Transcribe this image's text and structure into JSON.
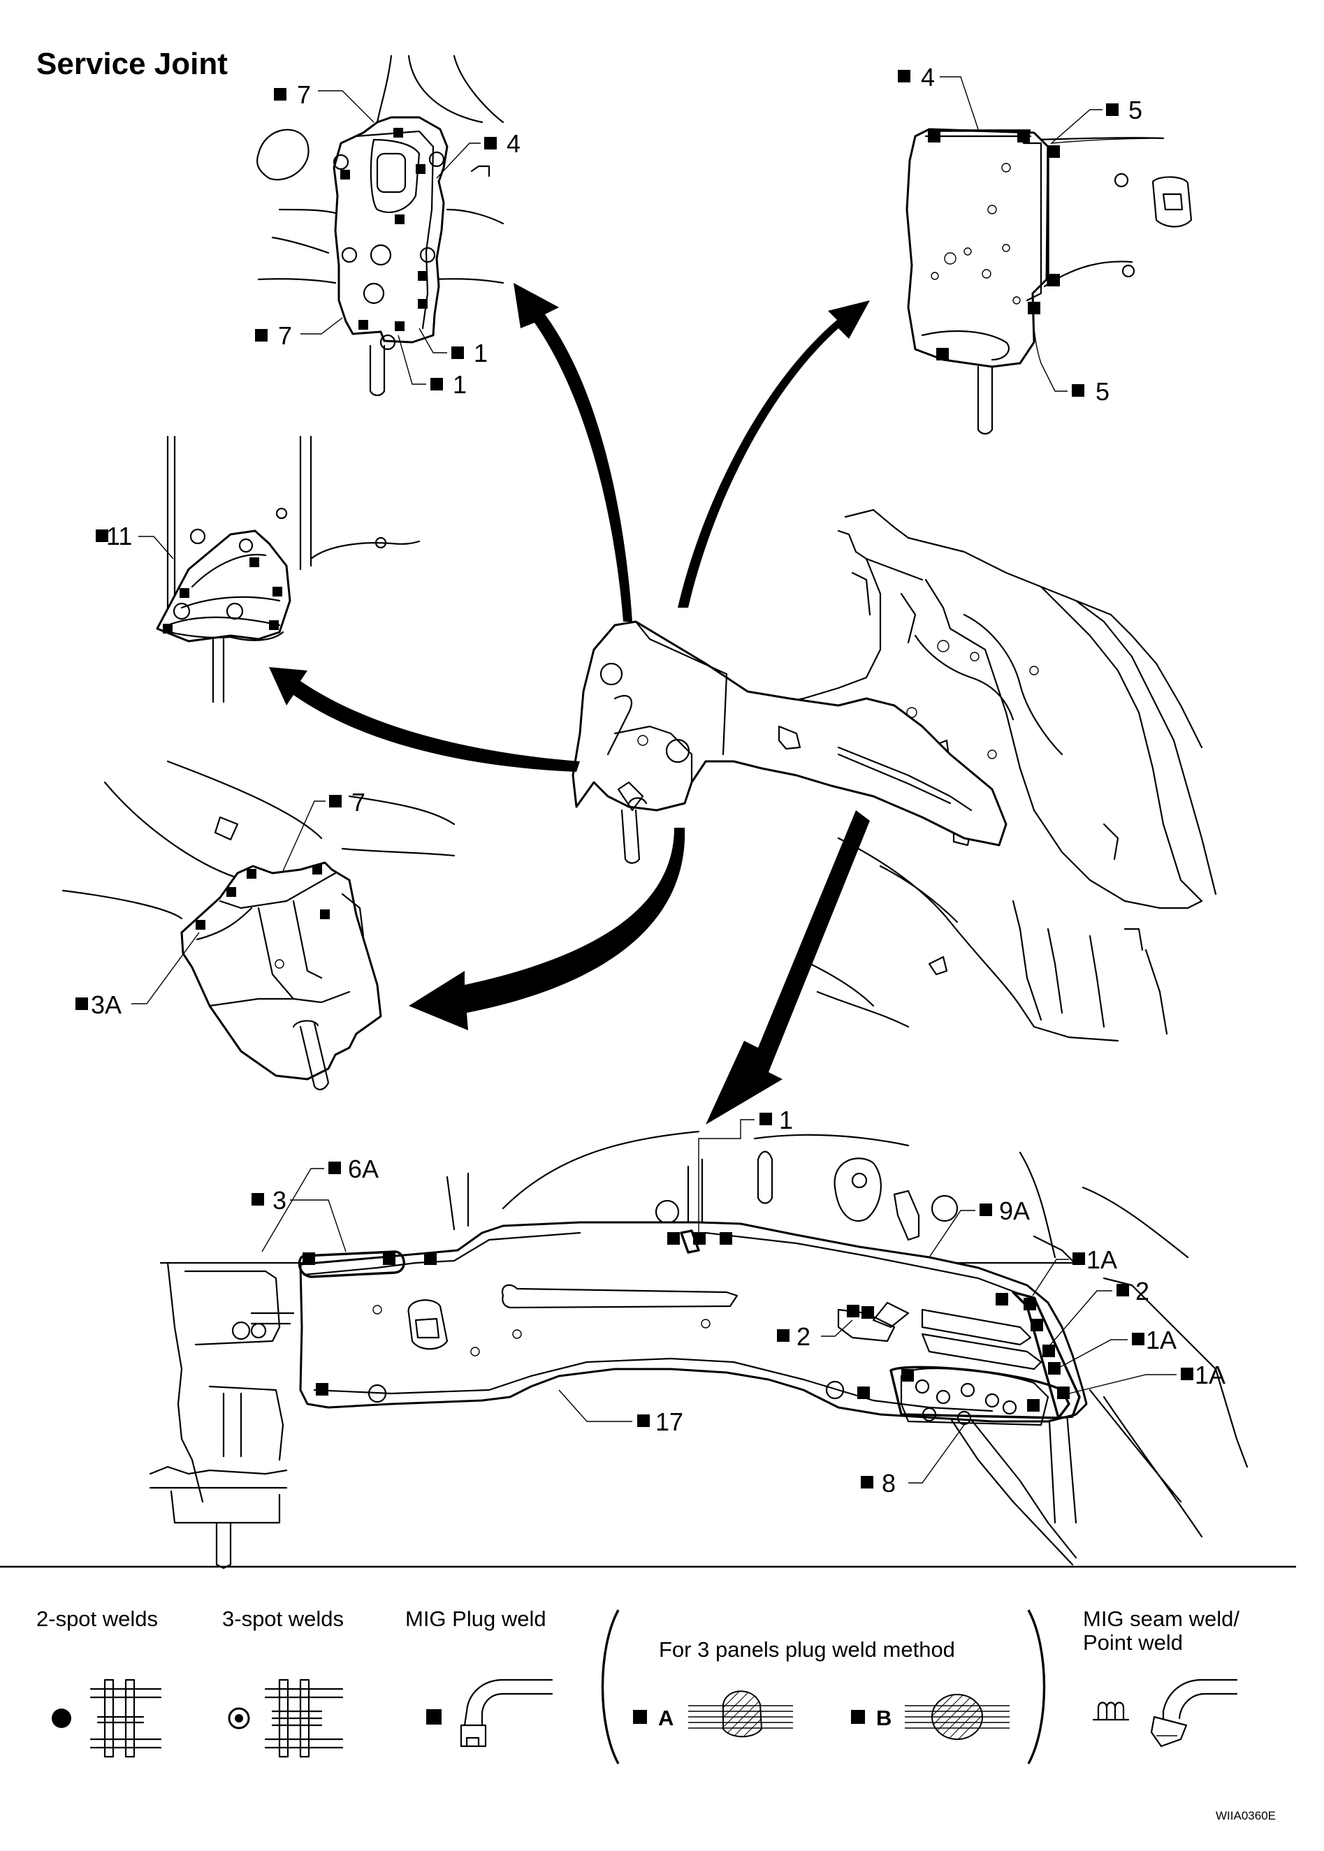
{
  "title": "Service Joint",
  "figure_id": "WIIA0360E",
  "callouts": {
    "top_left": [
      "7",
      "4",
      "7",
      "1",
      "1"
    ],
    "top_right": [
      "4",
      "5",
      "5"
    ],
    "mid_left": [
      "11"
    ],
    "lower_left": [
      "7",
      "3A"
    ],
    "bottom": [
      "1",
      "6A",
      "3",
      "9A",
      "1A",
      "2",
      "2",
      "1A",
      "1A",
      "17",
      "8"
    ]
  },
  "legend": {
    "spot2": "2-spot welds",
    "spot3": "3-spot welds",
    "mig_plug": "MIG Plug weld",
    "three_panel": "For 3 panels plug weld method",
    "method_a": "A",
    "method_b": "B",
    "mig_seam_line1": "MIG seam weld/",
    "mig_seam_line2": "Point weld"
  },
  "icons": [
    "plug-weld-square-icon",
    "spot-weld-dot-icon",
    "spot-weld-ring-icon",
    "seam-weld-symbol-icon",
    "curved-arrow-icon"
  ],
  "colors": {
    "ink": "#000000",
    "paper": "#ffffff"
  }
}
